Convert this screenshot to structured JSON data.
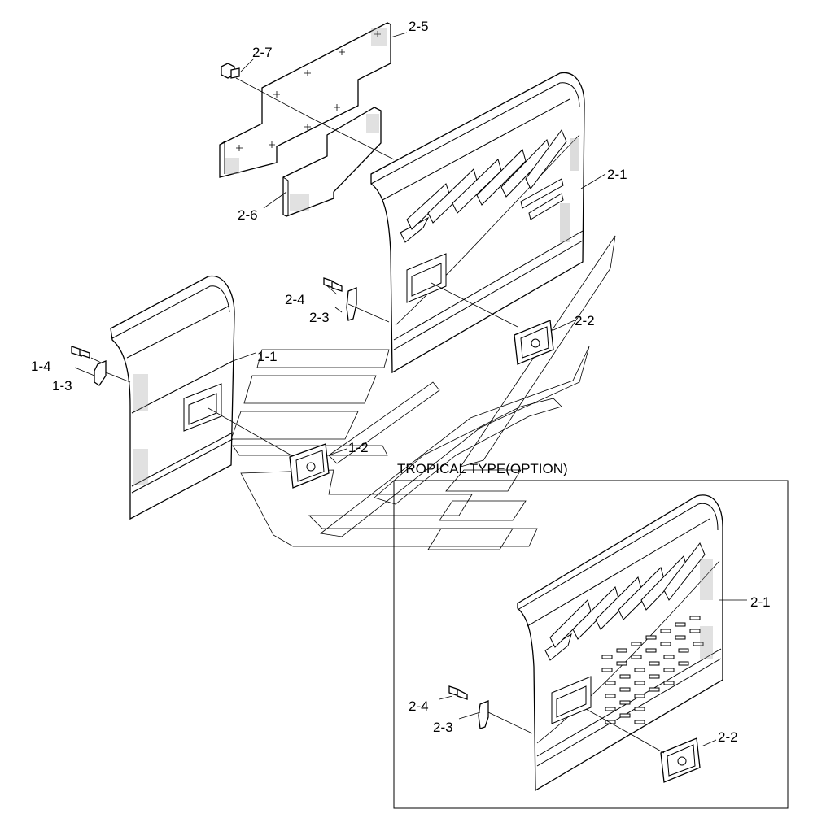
{
  "diagram": {
    "option_title": "TROPICAL TYPE(OPTION)",
    "labels": {
      "p2_5": "2-5",
      "p2_7": "2-7",
      "p2_6": "2-6",
      "p2_1": "2-1",
      "p2_4": "2-4",
      "p2_3": "2-3",
      "p2_2": "2-2",
      "p1_1": "1-1",
      "p1_4": "1-4",
      "p1_3": "1-3",
      "p1_2": "1-2",
      "opt2_1": "2-1",
      "opt2_4": "2-4",
      "opt2_3": "2-3",
      "opt2_2": "2-2"
    }
  }
}
